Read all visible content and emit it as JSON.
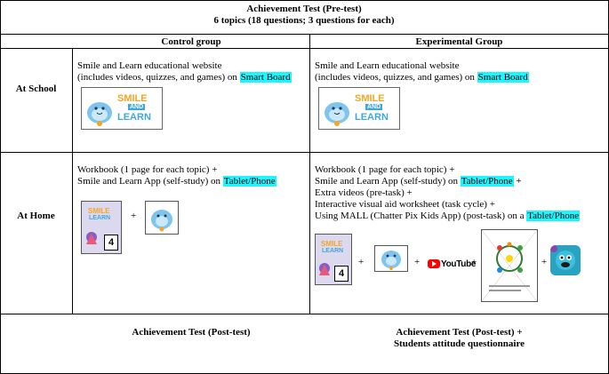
{
  "header": {
    "title": "Achievement Test (Pre-test)",
    "subtitle": "6 topics (18 questions; 3 questions for each)"
  },
  "columns": {
    "control": "Control group",
    "experimental": "Experimental Group"
  },
  "rows": {
    "school": "At School",
    "home": "At Home"
  },
  "school": {
    "line1": "Smile and Learn educational website",
    "line2_pre": "(includes videos, quizzes, and games) on ",
    "line2_hl": "Smart Board"
  },
  "logo": {
    "word1": "SMILE",
    "word2": "AND",
    "word3": "LEARN"
  },
  "home_control": {
    "line1": "Workbook (1 page for each topic) +",
    "line2_pre": "Smile and Learn App (self-study) on ",
    "line2_hl": "Tablet/Phone"
  },
  "home_experimental": {
    "line1": "Workbook (1 page for each topic) +",
    "line2_pre": "Smile and Learn App (self-study) on ",
    "line2_hl": "Tablet/Phone",
    "line2_post": " +",
    "line3": "Extra videos (pre-task) +",
    "line4": "Interactive visual aid worksheet (task cycle) +",
    "line5_pre": "Using MALL (Chatter Pix Kids App) (post-task) on a ",
    "line5_hl": "Tablet/Phone"
  },
  "workbook": {
    "title": "SMILE",
    "sub": "LEARN",
    "number": "4"
  },
  "plus": "+",
  "youtube": "YouTube",
  "footer": {
    "control": "Achievement Test (Post-test)",
    "experimental_line1": "Achievement Test (Post-test) +",
    "experimental_line2": "Students attitude questionnaire"
  },
  "colors": {
    "highlight": "#1ff5ff",
    "logo_blue": "#3fa7e0",
    "logo_orange": "#f5a623",
    "youtube_red": "#ff0000"
  }
}
